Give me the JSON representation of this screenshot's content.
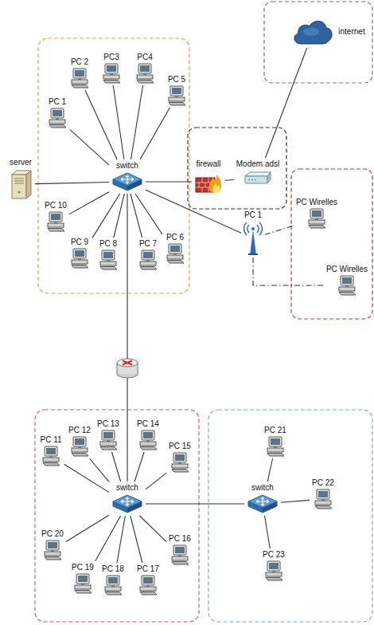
{
  "diagram": {
    "nodes": [
      {
        "text": [
          "internet"
        ]
      },
      {
        "text": [
          "PC 1"
        ]
      },
      {
        "text": [
          "PC 2"
        ]
      },
      {
        "text": [
          "PC3"
        ]
      },
      {
        "text": [
          "PC4"
        ]
      },
      {
        "text": [
          "PC 5"
        ]
      },
      {
        "text": [
          "server"
        ]
      },
      {
        "text": [
          "switch"
        ]
      },
      {
        "text": [
          "firewall"
        ]
      },
      {
        "text": [
          "Modem adsl"
        ]
      },
      {
        "text": [
          "PC 10"
        ]
      },
      {
        "text": [
          "PC 9"
        ]
      },
      {
        "text": [
          "PC 8"
        ]
      },
      {
        "text": [
          "PC 7"
        ]
      },
      {
        "text": [
          "PC 6"
        ]
      },
      {
        "text": [
          "PC 1"
        ]
      },
      {
        "text": [
          "PC Wirelles"
        ]
      },
      {
        "text": [
          "PC Wirelles"
        ]
      },
      {
        "text": [
          "PC 11"
        ]
      },
      {
        "text": [
          "PC 12"
        ]
      },
      {
        "text": [
          "PC 13"
        ]
      },
      {
        "text": [
          "PC 14"
        ]
      },
      {
        "text": [
          "PC 15"
        ]
      },
      {
        "text": [
          "switch"
        ]
      },
      {
        "text": [
          "switch"
        ]
      },
      {
        "text": [
          "PC 21"
        ]
      },
      {
        "text": [
          "PC 22"
        ]
      },
      {
        "text": [
          "PC 20"
        ]
      },
      {
        "text": [
          "PC 19"
        ]
      },
      {
        "text": [
          "PC 18"
        ]
      },
      {
        "text": [
          "PC 17"
        ]
      },
      {
        "text": [
          "PC 16"
        ]
      },
      {
        "text": [
          "PC 23"
        ]
      }
    ],
    "edges": [
      {
        "from": 7,
        "to": 1,
        "arrow": "none"
      },
      {
        "from": 7,
        "to": 2,
        "arrow": "none"
      },
      {
        "from": 7,
        "to": 3,
        "arrow": "none"
      },
      {
        "from": 7,
        "to": 4,
        "arrow": "none"
      },
      {
        "from": 7,
        "to": 5,
        "arrow": "none"
      },
      {
        "from": 7,
        "to": 6,
        "arrow": "none"
      },
      {
        "from": 7,
        "to": 8,
        "arrow": "none"
      },
      {
        "from": 7,
        "to": 15,
        "arrow": "none"
      },
      {
        "from": 7,
        "to": 10,
        "arrow": "none"
      },
      {
        "from": 7,
        "to": 11,
        "arrow": "none"
      },
      {
        "from": 7,
        "to": 12,
        "arrow": "none"
      },
      {
        "from": 7,
        "to": 13,
        "arrow": "none"
      },
      {
        "from": 7,
        "to": 14,
        "arrow": "none"
      },
      {
        "from": 7,
        "to": 23,
        "arrow": "none"
      },
      {
        "from": 8,
        "to": 9,
        "arrow": "none"
      },
      {
        "from": 9,
        "to": 0,
        "arrow": "none"
      },
      {
        "from": 15,
        "to": 16,
        "arrow": "none"
      },
      {
        "from": 15,
        "to": 17,
        "arrow": "none"
      },
      {
        "from": 23,
        "to": 18,
        "arrow": "none"
      },
      {
        "from": 23,
        "to": 19,
        "arrow": "none"
      },
      {
        "from": 23,
        "to": 20,
        "arrow": "none"
      },
      {
        "from": 23,
        "to": 21,
        "arrow": "none"
      },
      {
        "from": 23,
        "to": 22,
        "arrow": "none"
      },
      {
        "from": 23,
        "to": 27,
        "arrow": "none"
      },
      {
        "from": 23,
        "to": 28,
        "arrow": "none"
      },
      {
        "from": 23,
        "to": 29,
        "arrow": "none"
      },
      {
        "from": 23,
        "to": 30,
        "arrow": "none"
      },
      {
        "from": 23,
        "to": 31,
        "arrow": "none"
      },
      {
        "from": 23,
        "to": 24,
        "arrow": "none"
      },
      {
        "from": 24,
        "to": 25,
        "arrow": "none"
      },
      {
        "from": 24,
        "to": 26,
        "arrow": "none"
      },
      {
        "from": 24,
        "to": 32,
        "arrow": "none"
      }
    ]
  }
}
